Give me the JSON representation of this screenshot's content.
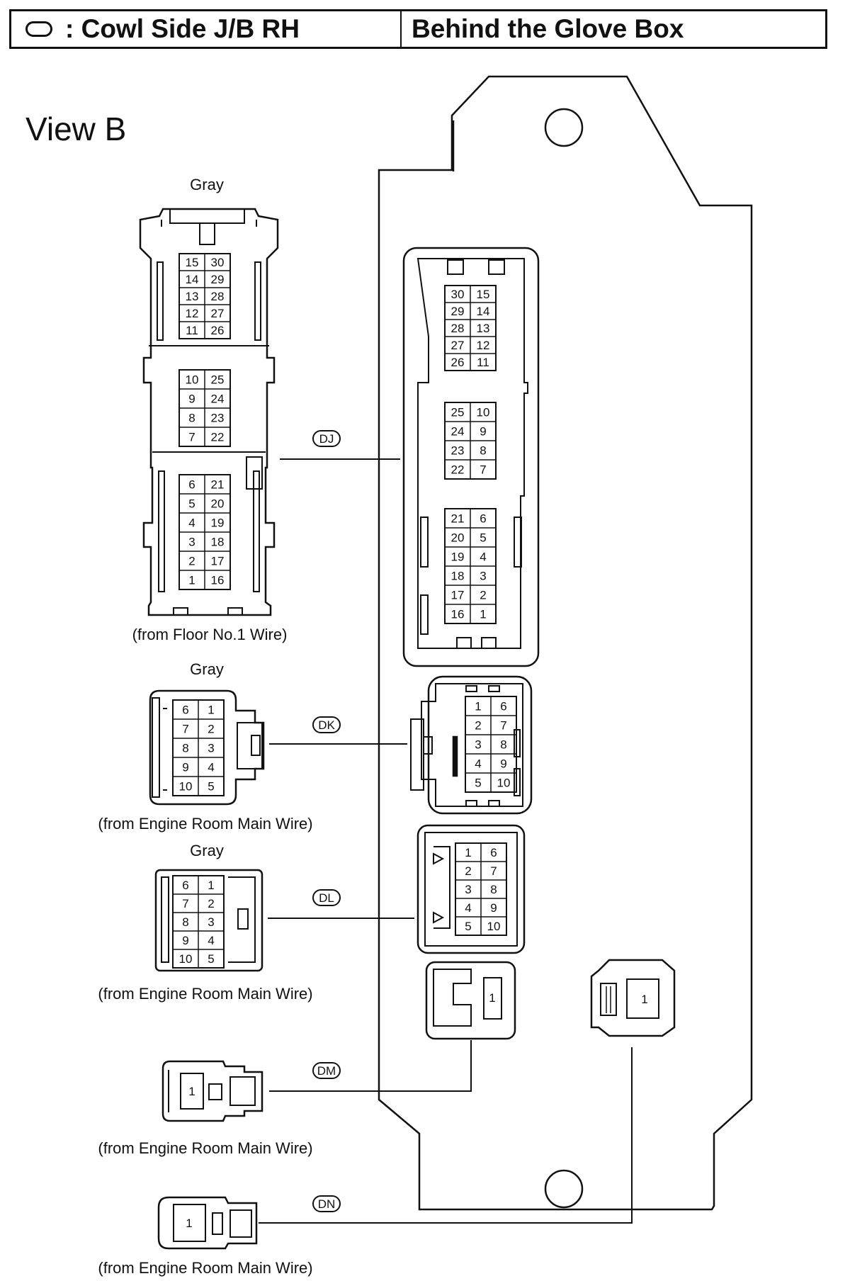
{
  "header": {
    "title": ": Cowl Side J/B RH",
    "location": "Behind the Glove Box"
  },
  "view_label": "View B",
  "connectors": [
    {
      "id": "DJ",
      "color": "Gray",
      "source": "(from Floor No.1 Wire)",
      "left_top_rows": [
        [
          "15",
          "30"
        ],
        [
          "14",
          "29"
        ],
        [
          "13",
          "28"
        ],
        [
          "12",
          "27"
        ],
        [
          "11",
          "26"
        ]
      ],
      "left_mid_rows": [
        [
          "10",
          "25"
        ],
        [
          "9",
          "24"
        ],
        [
          "8",
          "23"
        ],
        [
          "7",
          "22"
        ]
      ],
      "left_bot_rows": [
        [
          "6",
          "21"
        ],
        [
          "5",
          "20"
        ],
        [
          "4",
          "19"
        ],
        [
          "3",
          "18"
        ],
        [
          "2",
          "17"
        ],
        [
          "1",
          "16"
        ]
      ],
      "right_top_rows": [
        [
          "30",
          "15"
        ],
        [
          "29",
          "14"
        ],
        [
          "28",
          "13"
        ],
        [
          "27",
          "12"
        ],
        [
          "26",
          "11"
        ]
      ],
      "right_mid_rows": [
        [
          "25",
          "10"
        ],
        [
          "24",
          "9"
        ],
        [
          "23",
          "8"
        ],
        [
          "22",
          "7"
        ]
      ],
      "right_bot_rows": [
        [
          "21",
          "6"
        ],
        [
          "20",
          "5"
        ],
        [
          "19",
          "4"
        ],
        [
          "18",
          "3"
        ],
        [
          "17",
          "2"
        ],
        [
          "16",
          "1"
        ]
      ]
    },
    {
      "id": "DK",
      "color": "Gray",
      "source": "(from Engine Room Main Wire)",
      "left_rows": [
        [
          "6",
          "1"
        ],
        [
          "7",
          "2"
        ],
        [
          "8",
          "3"
        ],
        [
          "9",
          "4"
        ],
        [
          "10",
          "5"
        ]
      ],
      "right_rows": [
        [
          "1",
          "6"
        ],
        [
          "2",
          "7"
        ],
        [
          "3",
          "8"
        ],
        [
          "4",
          "9"
        ],
        [
          "5",
          "10"
        ]
      ]
    },
    {
      "id": "DL",
      "color": "Gray",
      "source": "(from Engine Room Main Wire)",
      "left_rows": [
        [
          "6",
          "1"
        ],
        [
          "7",
          "2"
        ],
        [
          "8",
          "3"
        ],
        [
          "9",
          "4"
        ],
        [
          "10",
          "5"
        ]
      ],
      "right_rows": [
        [
          "1",
          "6"
        ],
        [
          "2",
          "7"
        ],
        [
          "3",
          "8"
        ],
        [
          "4",
          "9"
        ],
        [
          "5",
          "10"
        ]
      ]
    },
    {
      "id": "DM",
      "source": "(from Engine Room Main Wire)",
      "pin": "1"
    },
    {
      "id": "DN",
      "source": "(from Engine Room Main Wire)",
      "pin": "1"
    }
  ]
}
